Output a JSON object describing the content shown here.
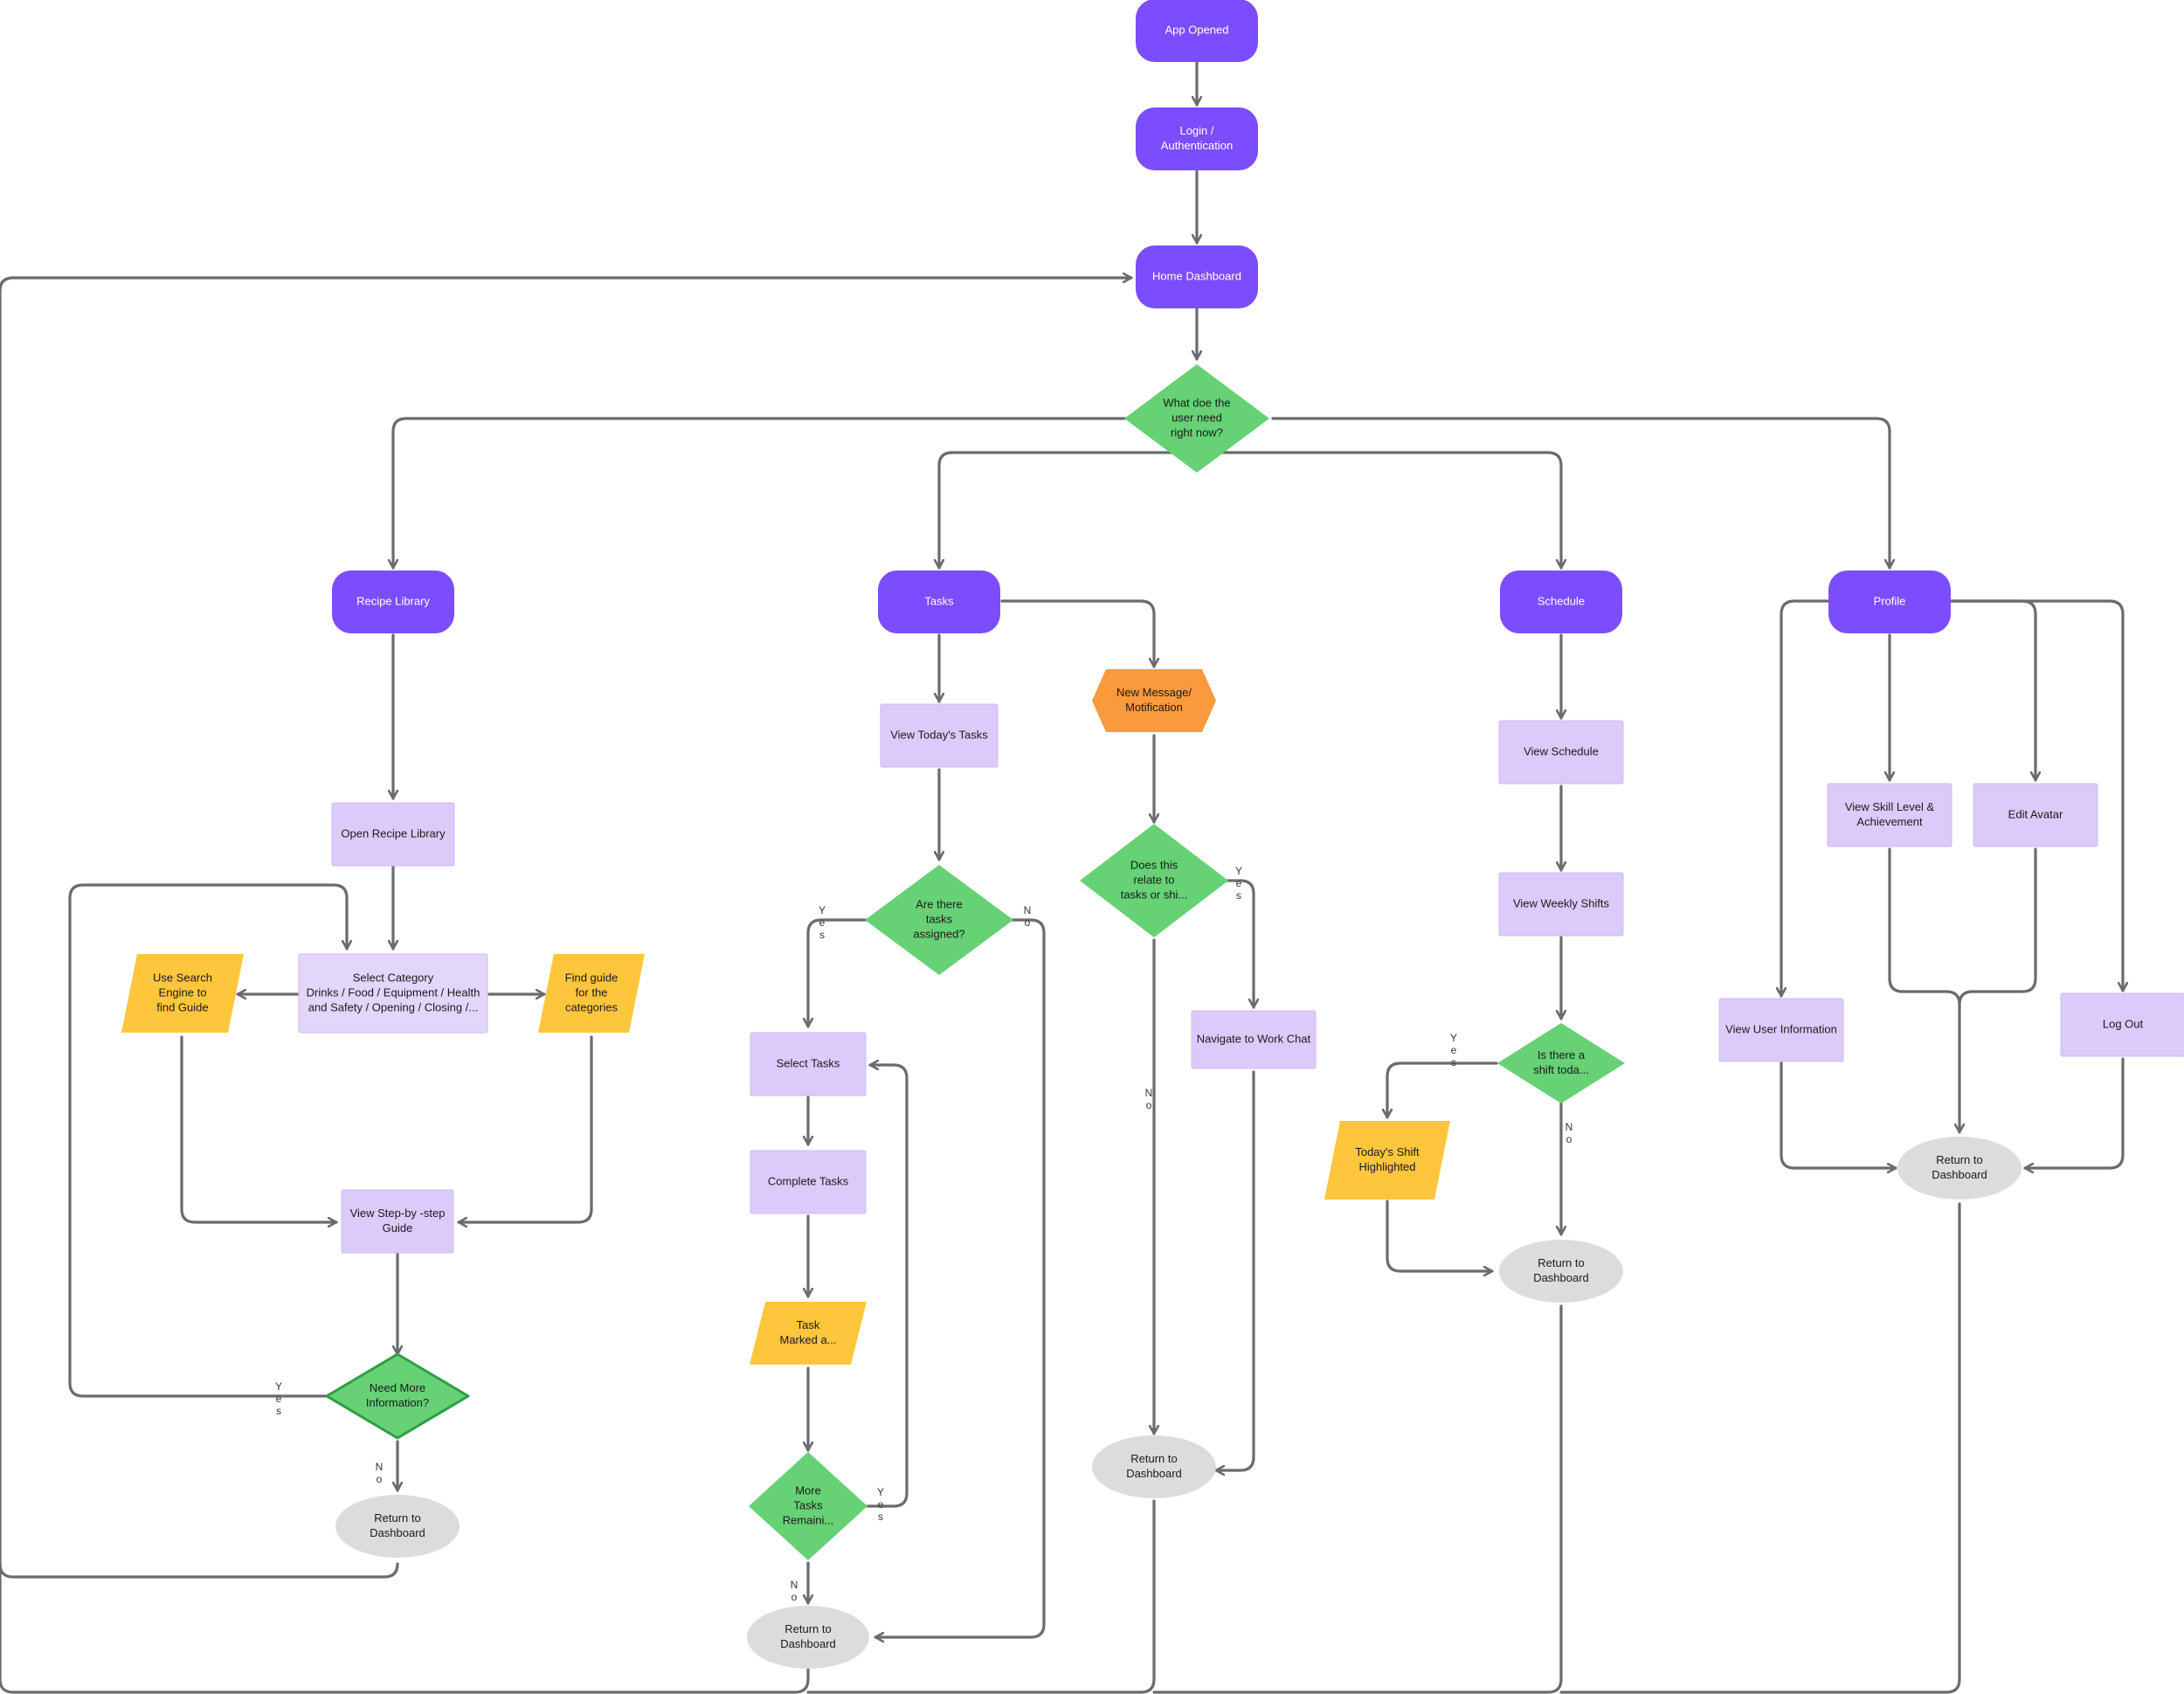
{
  "colors": {
    "terminal": "#7c4dff",
    "terminal_text": "#ffffff",
    "process": "#dccbfa",
    "process_text": "#1a1a1a",
    "decision": "#66d175",
    "decision_dark": "#5bcc6a",
    "decision_text": "#1a1a1a",
    "io": "#fdc63d",
    "io_text": "#1a1a1a",
    "event": "#fb9a3c",
    "event_text": "#1a1a1a",
    "end": "#dcdcdc",
    "end_text": "#1a1a1a",
    "edge": "#6b6b6b"
  },
  "nodes": {
    "app_opened": {
      "lines": [
        "App Opened"
      ]
    },
    "login": {
      "lines": [
        "Login /",
        "Authentication"
      ]
    },
    "home": {
      "lines": [
        "Home Dashboard"
      ]
    },
    "main_decision": {
      "lines": [
        "What doe the",
        "user need",
        "right now?"
      ]
    },
    "recipe_library": {
      "lines": [
        "Recipe Library"
      ]
    },
    "tasks": {
      "lines": [
        "Tasks"
      ]
    },
    "schedule": {
      "lines": [
        "Schedule"
      ]
    },
    "profile": {
      "lines": [
        "Profile"
      ]
    },
    "open_recipe": {
      "lines": [
        "Open Recipe Library"
      ]
    },
    "select_category": {
      "lines": [
        "Select Category",
        "Drinks / Food / Equipment / Health",
        "and Safety / Opening / Closing /..."
      ]
    },
    "use_search": {
      "lines": [
        "Use Search",
        "Engine to",
        "find Guide"
      ]
    },
    "find_guide": {
      "lines": [
        "Find guide",
        "for the",
        "categories"
      ]
    },
    "view_guide": {
      "lines": [
        "View Step-by -step",
        "Guide"
      ]
    },
    "need_more": {
      "lines": [
        "Need More",
        "Information?"
      ]
    },
    "return_recipe": {
      "lines": [
        "Return to",
        "Dashboard"
      ]
    },
    "view_today_tasks": {
      "lines": [
        "View Today's Tasks"
      ]
    },
    "tasks_assigned": {
      "lines": [
        "Are there",
        "tasks",
        "assigned?"
      ]
    },
    "select_tasks": {
      "lines": [
        "Select Tasks"
      ]
    },
    "complete_tasks": {
      "lines": [
        "Complete Tasks"
      ]
    },
    "task_marked": {
      "lines": [
        "Task",
        "Marked a..."
      ]
    },
    "more_tasks": {
      "lines": [
        "More",
        "Tasks",
        "Remaini..."
      ]
    },
    "return_tasks": {
      "lines": [
        "Return to",
        "Dashboard"
      ]
    },
    "new_message": {
      "lines": [
        "New Message/",
        "Motification"
      ]
    },
    "relate_tasks": {
      "lines": [
        "Does this",
        "relate to",
        "tasks or shi..."
      ]
    },
    "navigate_chat": {
      "lines": [
        "Navigate to Work Chat"
      ]
    },
    "return_message": {
      "lines": [
        "Return to",
        "Dashboard"
      ]
    },
    "view_schedule": {
      "lines": [
        "View Schedule"
      ]
    },
    "view_weekly": {
      "lines": [
        "View Weekly Shifts"
      ]
    },
    "shift_today": {
      "lines": [
        "Is there a",
        "shift toda..."
      ]
    },
    "shift_highlighted": {
      "lines": [
        "Today's Shift",
        "Highlighted"
      ]
    },
    "return_schedule": {
      "lines": [
        "Return to",
        "Dashboard"
      ]
    },
    "view_user_info": {
      "lines": [
        "View User Information"
      ]
    },
    "view_skill": {
      "lines": [
        "View Skill Level  &",
        "Achievement"
      ]
    },
    "edit_avatar": {
      "lines": [
        "Edit Avatar"
      ]
    },
    "log_out": {
      "lines": [
        "Log Out"
      ]
    },
    "return_profile": {
      "lines": [
        "Return to",
        "Dashboard"
      ]
    }
  },
  "edge_labels": {
    "need_more_yes": "Yes",
    "need_more_no": "No",
    "tasks_yes": "Yes",
    "tasks_no": "No",
    "more_tasks_yes": "Yes",
    "more_tasks_no": "No",
    "relate_yes": "Yes",
    "relate_no": "No",
    "shift_yes": "Yes",
    "shift_no": "No"
  }
}
